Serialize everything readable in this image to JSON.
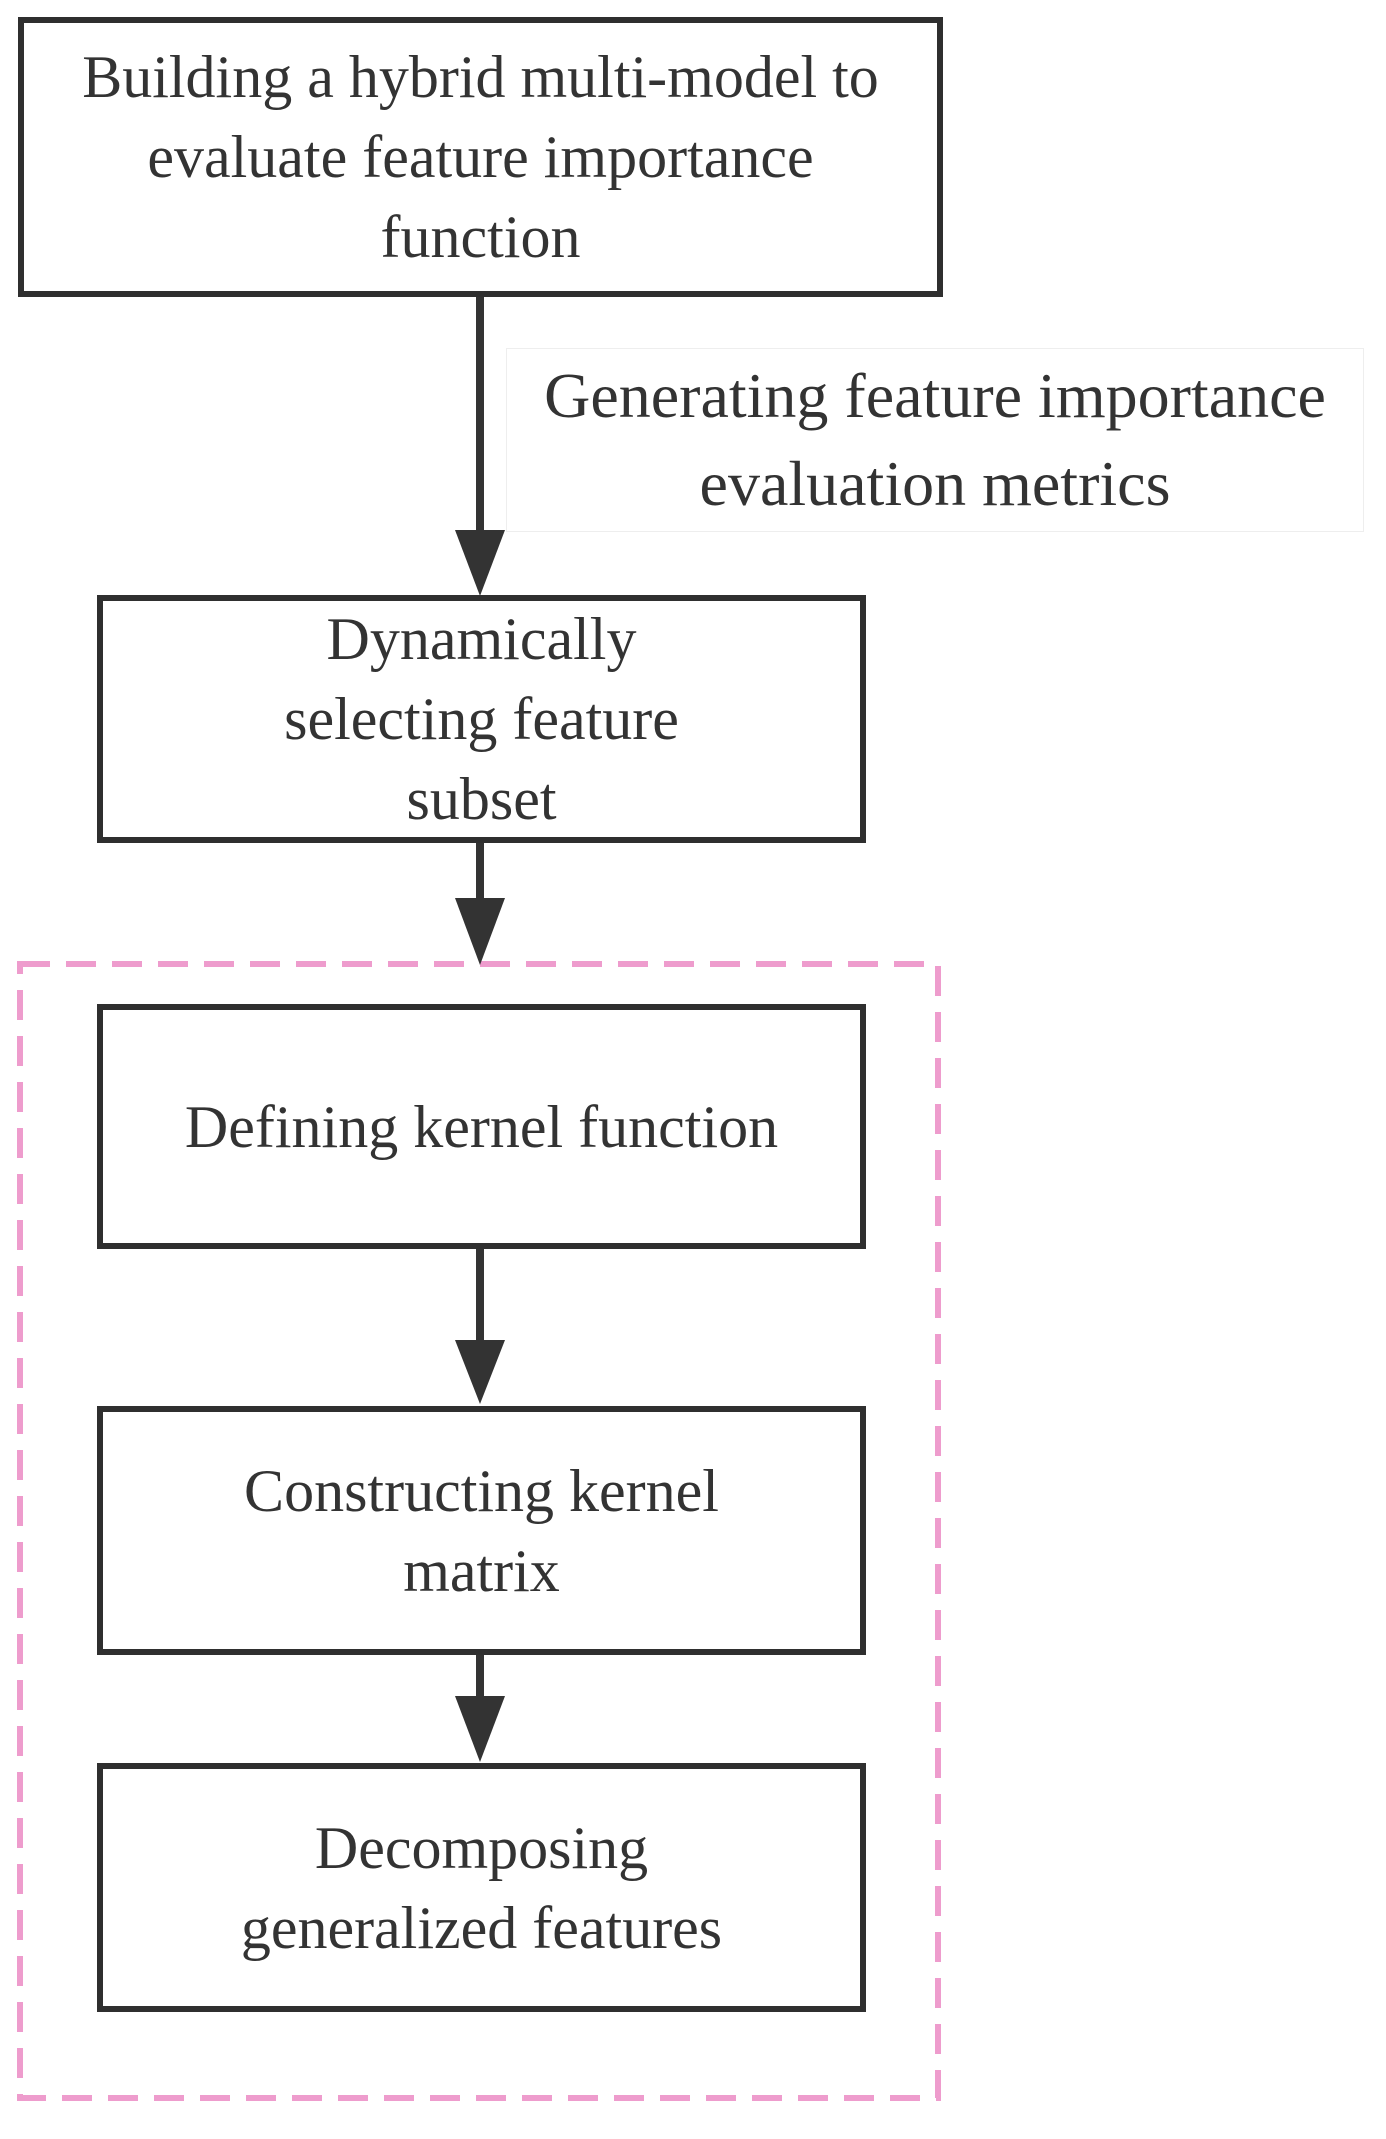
{
  "flowchart": {
    "nodes": [
      {
        "id": "build-model",
        "label": "Building a hybrid multi-model to evaluate feature importance function"
      },
      {
        "id": "select-subset",
        "label": "Dynamically selecting feature subset"
      },
      {
        "id": "define-kernel",
        "label": "Defining kernel function"
      },
      {
        "id": "construct-matrix",
        "label": "Constructing kernel matrix"
      },
      {
        "id": "decompose",
        "label": "Decomposing generalized features"
      }
    ],
    "edges": [
      {
        "from": "build-model",
        "to": "select-subset",
        "label": "Generating feature importance\nevaluation metrics"
      },
      {
        "from": "select-subset",
        "to": "group"
      },
      {
        "from": "define-kernel",
        "to": "construct-matrix"
      },
      {
        "from": "construct-matrix",
        "to": "decompose"
      }
    ],
    "group": {
      "members": [
        "define-kernel",
        "construct-matrix",
        "decompose"
      ]
    }
  },
  "colors": {
    "box_border": "#2f2f2f",
    "arrow": "#333333",
    "text": "#333333",
    "group_border": "#ee9ccd",
    "background": "#ffffff"
  }
}
